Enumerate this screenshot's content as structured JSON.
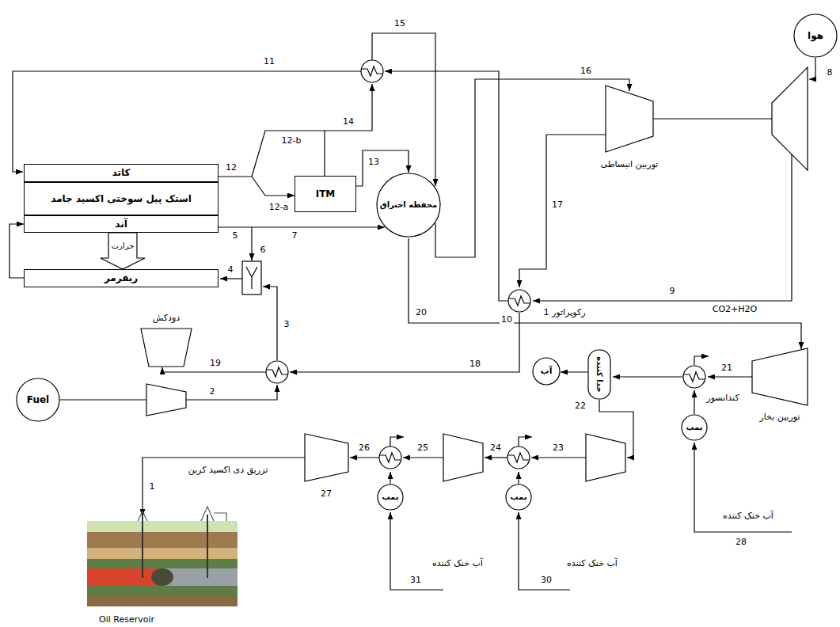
{
  "diagram": {
    "nodes": [
      {
        "text": [
          "کاتد"
        ]
      },
      {
        "text": [
          "استک پیل سوختی اکسید جامد"
        ]
      },
      {
        "text": [
          "آند"
        ]
      },
      {
        "text": [
          "ریفرمر"
        ]
      },
      {
        "text": [
          "ITM"
        ]
      },
      {
        "text": [
          "محفظه احتراق"
        ]
      },
      {
        "text": [
          "هوا"
        ]
      },
      {
        "text": [
          "Fuel"
        ]
      },
      {
        "text": [
          "آب"
        ]
      },
      {
        "text": [
          "جدا کننده"
        ]
      },
      {
        "text": [
          "پمپ"
        ]
      },
      {
        "text": [
          "پمپ"
        ]
      },
      {
        "text": [
          "پمپ"
        ]
      }
    ],
    "edges": [
      {
        "from": 3,
        "to": 2,
        "arrow": "to"
      },
      {
        "from": 2,
        "to": 3,
        "arrow": "to",
        "label": "حرارت"
      },
      {
        "from": 2,
        "to": 5,
        "arrow": "to"
      },
      {
        "from": 0,
        "to": 4,
        "arrow": "to"
      },
      {
        "from": 4,
        "to": 5,
        "arrow": "to"
      },
      {
        "from": 9,
        "to": 8,
        "arrow": "to"
      }
    ],
    "labels": [
      "1",
      "2",
      "3",
      "4",
      "5",
      "6",
      "7",
      "8",
      "9",
      "10",
      "11",
      "12",
      "12-b",
      "12-a",
      "13",
      "14",
      "15",
      "16",
      "17",
      "18",
      "19",
      "20",
      "21",
      "22",
      "23",
      "24",
      "25",
      "26",
      "27",
      "28",
      "30",
      "31",
      "CO2+H2O",
      "رکوپراتور 1",
      "توربین انبساطی",
      "دودکش",
      "کندانسور",
      "توربین بخار",
      "تزریق دی اکسید کربن",
      "آب خنک کننده",
      "آب خنک کننده",
      "آب خنک کننده",
      "Oil Reservoir"
    ]
  }
}
